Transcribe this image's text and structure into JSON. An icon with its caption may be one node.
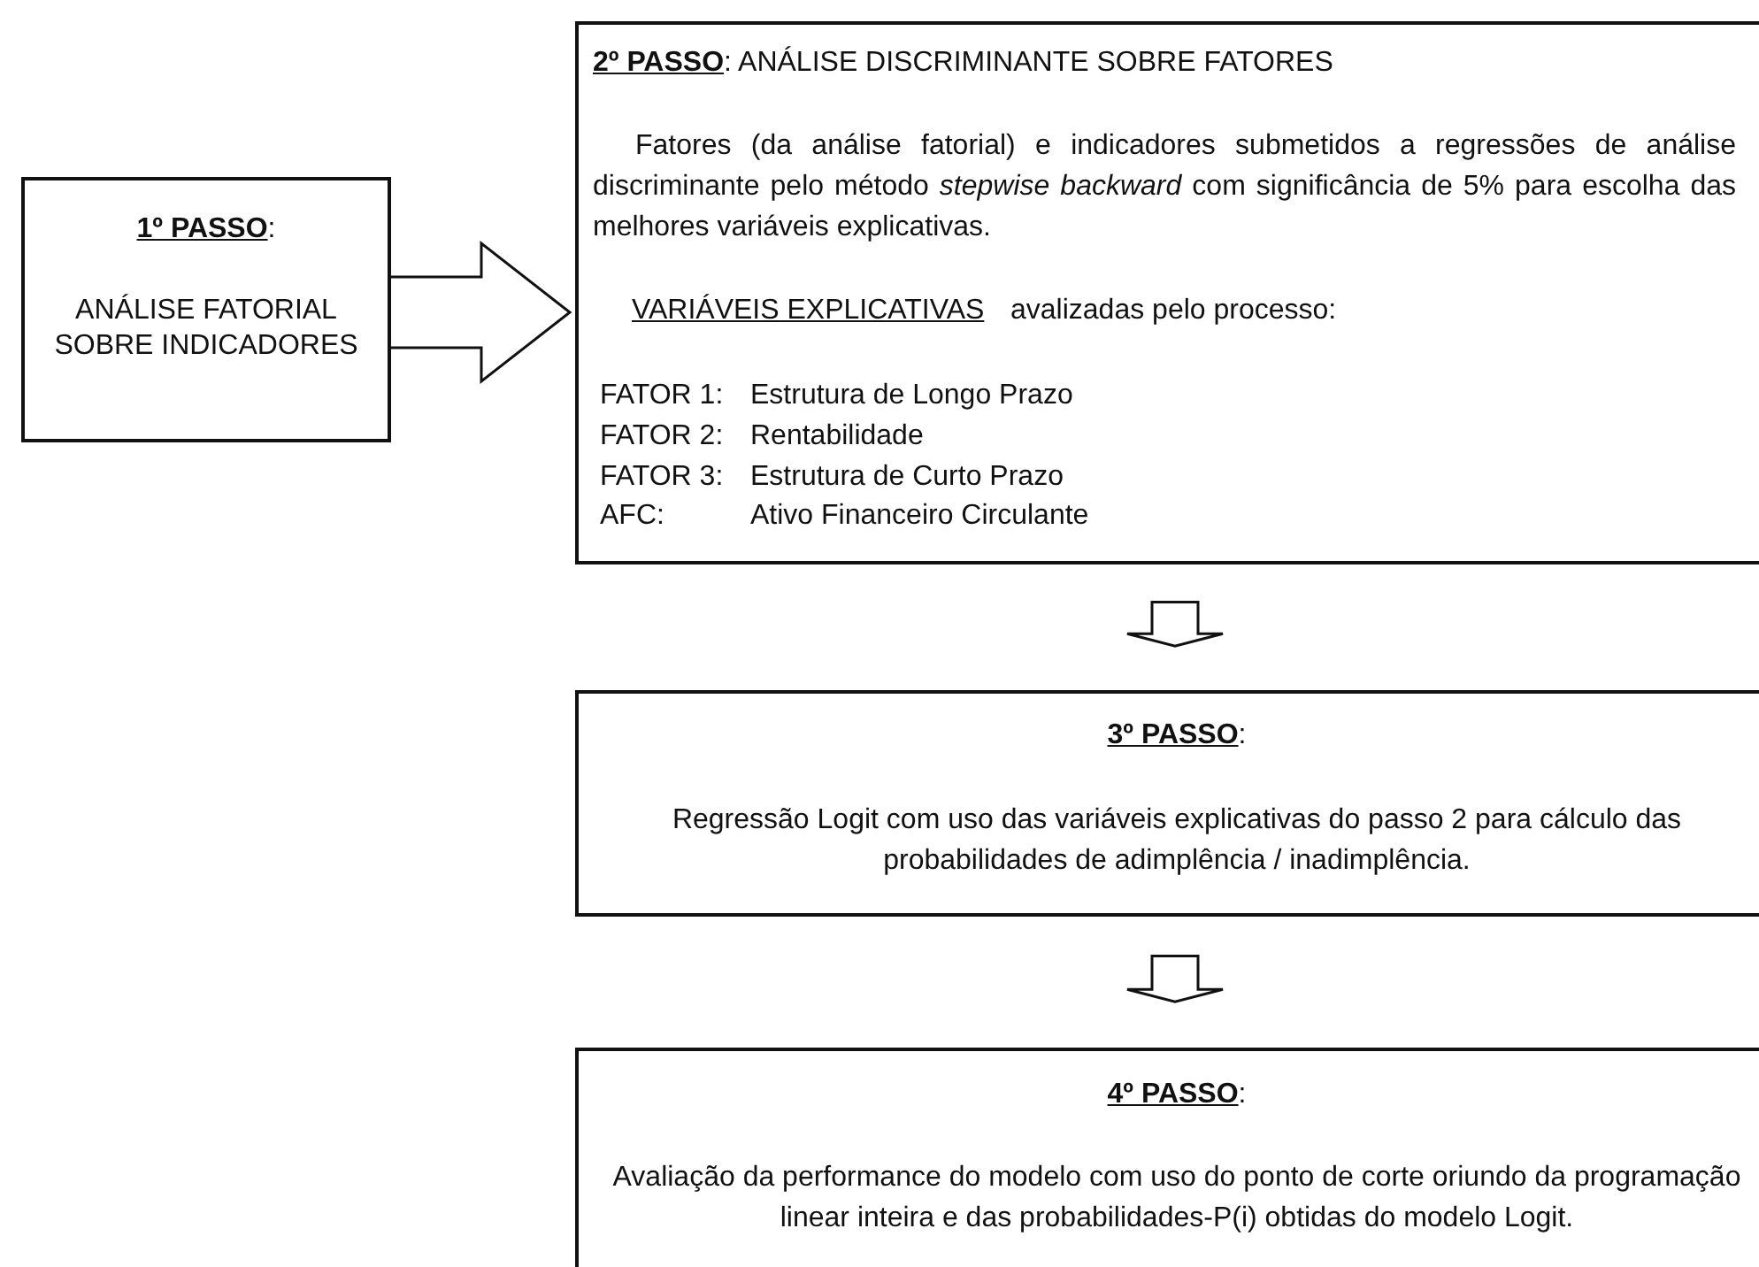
{
  "diagram": {
    "nodes": [
      {
        "text": [
          "**1º PASSO**:",
          "ANÁLISE FATORIAL SOBRE INDICADORES"
        ]
      },
      {
        "text": [
          "**2º PASSO**: ANÁLISE DISCRIMINANTE SOBRE FATORES",
          "Fatores (da análise fatorial) e indicadores submetidos a regressões de análise discriminante pelo método *stepwise backward* com significância de 5% para escolha das melhores variáveis explicativas.",
          "VARIÁVEIS EXPLICATIVAS",
          "avalizadas pelo processo:",
          "FATOR 1:",
          "Estrutura de Longo Prazo",
          "FATOR 2:",
          "Rentabilidade",
          "FATOR 3:",
          "Estrutura de Curto Prazo",
          "AFC:",
          "Ativo Financeiro Circulante"
        ]
      },
      {
        "text": [
          "**3º PASSO**:",
          "Regressão Logit com uso das variáveis explicativas do passo 2 para cálculo das probabilidades de adimplência / inadimplência."
        ]
      },
      {
        "text": [
          "**4º PASSO**:",
          "Avaliação da performance do modelo com uso do ponto de corte oriundo da programação linear inteira e das probabilidades-P(i) obtidas do modelo Logit."
        ]
      }
    ],
    "edges": [
      {
        "from": 0,
        "to": 1,
        "arrow": "to"
      },
      {
        "from": 1,
        "to": 2,
        "arrow": "to"
      },
      {
        "from": 2,
        "to": 3,
        "arrow": "to"
      }
    ]
  }
}
